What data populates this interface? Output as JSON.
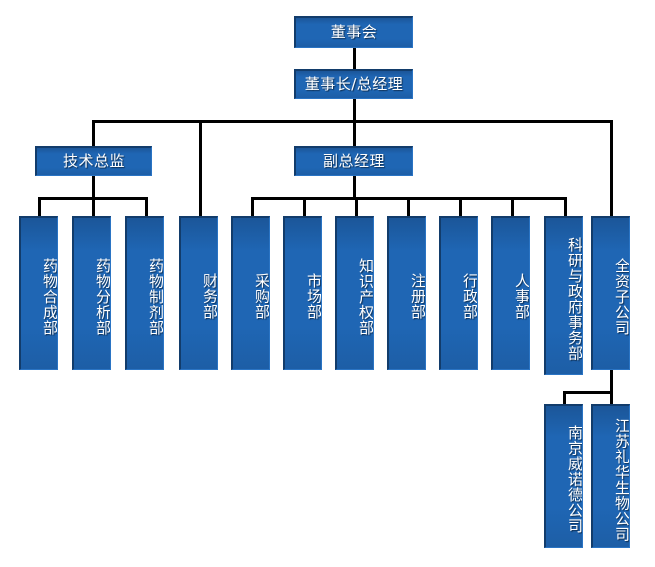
{
  "chart": {
    "title": "",
    "type": "org-chart",
    "accent_color": "#1f66b4",
    "border_color": "#123c6b",
    "line_color": "#000000",
    "background_color": "#ffffff",
    "text_color": "#ffffff"
  },
  "nodes": {
    "board": {
      "label": "董事会",
      "orientation": "horizontal",
      "level": 0
    },
    "chairman": {
      "label": "董事长/总经理",
      "orientation": "horizontal",
      "level": 1
    },
    "tech_director": {
      "label": "技术总监",
      "orientation": "horizontal",
      "level": 2
    },
    "deputy_gm": {
      "label": "副总经理",
      "orientation": "horizontal",
      "level": 2
    },
    "dept_synthesis": {
      "label": "药物合成部",
      "orientation": "vertical",
      "level": 3,
      "parent": "tech_director"
    },
    "dept_analysis": {
      "label": "药物分析部",
      "orientation": "vertical",
      "level": 3,
      "parent": "tech_director"
    },
    "dept_formulation": {
      "label": "药物制剂部",
      "orientation": "vertical",
      "level": 3,
      "parent": "tech_director"
    },
    "dept_finance": {
      "label": "财务部",
      "orientation": "vertical",
      "level": 3,
      "parent": "chairman"
    },
    "dept_procurement": {
      "label": "采购部",
      "orientation": "vertical",
      "level": 3,
      "parent": "deputy_gm"
    },
    "dept_marketing": {
      "label": "市场部",
      "orientation": "vertical",
      "level": 3,
      "parent": "deputy_gm"
    },
    "dept_ip": {
      "label": "知识产权部",
      "orientation": "vertical",
      "level": 3,
      "parent": "deputy_gm"
    },
    "dept_registration": {
      "label": "注册部",
      "orientation": "vertical",
      "level": 3,
      "parent": "deputy_gm"
    },
    "dept_admin": {
      "label": "行政部",
      "orientation": "vertical",
      "level": 3,
      "parent": "deputy_gm"
    },
    "dept_hr": {
      "label": "人事部",
      "orientation": "vertical",
      "level": 3,
      "parent": "deputy_gm"
    },
    "dept_research_gov": {
      "label": "科研与政府事务部",
      "orientation": "vertical",
      "level": 3,
      "parent": "deputy_gm"
    },
    "subsidiaries": {
      "label": "全资子公司",
      "orientation": "vertical",
      "level": 3,
      "parent": "chairman"
    },
    "sub_nanjing": {
      "label": "南京威诺德公司",
      "orientation": "vertical",
      "level": 4,
      "parent": "subsidiaries"
    },
    "sub_jiangsu": {
      "label": "江苏礼华生物公司",
      "orientation": "vertical",
      "level": 4,
      "parent": "subsidiaries"
    }
  }
}
